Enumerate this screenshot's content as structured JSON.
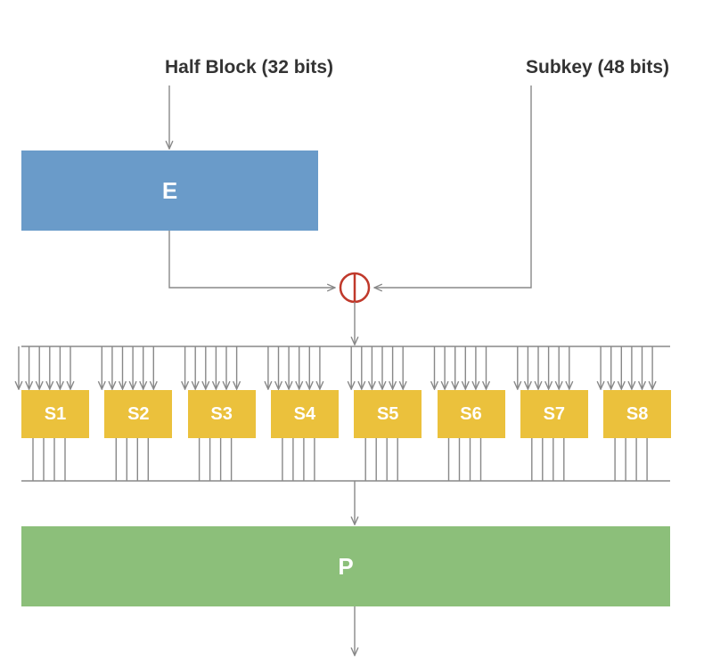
{
  "diagram": {
    "inputs": {
      "half_block": "Half Block (32 bits)",
      "subkey": "Subkey (48 bits)"
    },
    "expansion": {
      "label": "E",
      "color": "#6A9BC9"
    },
    "xor": {
      "color": "#C0392B"
    },
    "sboxes": [
      {
        "label": "S1"
      },
      {
        "label": "S2"
      },
      {
        "label": "S3"
      },
      {
        "label": "S4"
      },
      {
        "label": "S5"
      },
      {
        "label": "S6"
      },
      {
        "label": "S7"
      },
      {
        "label": "S8"
      }
    ],
    "sbox_color": "#EBC13C",
    "permutation": {
      "label": "P",
      "color": "#8CBF7A"
    },
    "line_color": "#888888"
  }
}
